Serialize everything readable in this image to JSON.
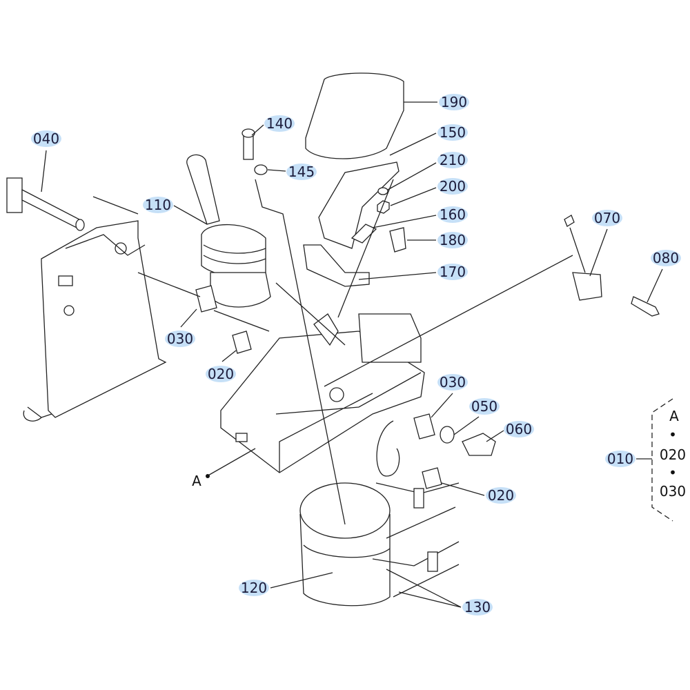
{
  "colors": {
    "highlight": "#c6e0f7",
    "text": "#1b1b3a",
    "line": "#222222"
  },
  "callouts": [
    {
      "id": "040",
      "text": "040"
    },
    {
      "id": "140",
      "text": "140"
    },
    {
      "id": "145",
      "text": "145"
    },
    {
      "id": "190",
      "text": "190"
    },
    {
      "id": "150",
      "text": "150"
    },
    {
      "id": "210",
      "text": "210"
    },
    {
      "id": "200",
      "text": "200"
    },
    {
      "id": "160",
      "text": "160"
    },
    {
      "id": "180",
      "text": "180"
    },
    {
      "id": "170",
      "text": "170"
    },
    {
      "id": "110",
      "text": "110"
    },
    {
      "id": "070",
      "text": "070"
    },
    {
      "id": "080",
      "text": "080"
    },
    {
      "id": "030a",
      "text": "030"
    },
    {
      "id": "020a",
      "text": "020"
    },
    {
      "id": "030b",
      "text": "030"
    },
    {
      "id": "050",
      "text": "050"
    },
    {
      "id": "060",
      "text": "060"
    },
    {
      "id": "020b",
      "text": "020"
    },
    {
      "id": "010",
      "text": "010"
    },
    {
      "id": "120",
      "text": "120"
    },
    {
      "id": "130",
      "text": "130"
    }
  ],
  "reference_marker": "A",
  "kit_group": {
    "items": [
      "A",
      "020",
      "030"
    ],
    "separator": "•"
  }
}
